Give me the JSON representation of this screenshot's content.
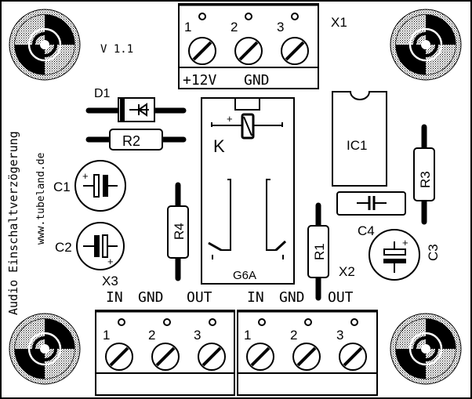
{
  "board": {
    "version": "V 1.1",
    "title_vertical": "Audio Einschaltverzögerung",
    "url_vertical": "www.tubeland.de",
    "colors": {
      "ink": "#000000",
      "paper": "#ffffff"
    }
  },
  "connectors": {
    "x1": {
      "ref": "X1",
      "pins": [
        "1",
        "2",
        "3"
      ],
      "labels": [
        "+12V",
        "GND"
      ]
    },
    "x3": {
      "ref": "X3",
      "pins": [
        "1",
        "2",
        "3"
      ],
      "labels": [
        "IN",
        "GND",
        "OUT"
      ]
    },
    "x2": {
      "ref": "X2",
      "pins": [
        "1",
        "2",
        "3"
      ],
      "labels": [
        "IN",
        "GND",
        "OUT"
      ]
    }
  },
  "components": {
    "d1": "D1",
    "r1": "R1",
    "r2": "R2",
    "r3": "R3",
    "r4": "R4",
    "c1": "C1",
    "c2": "C2",
    "c3": "C3",
    "c4": "C4",
    "ic1": "IC1",
    "relay": {
      "ref": "K",
      "type": "G6A",
      "plus": "+"
    },
    "plus_sign": "+",
    "minus_sign": "-"
  }
}
